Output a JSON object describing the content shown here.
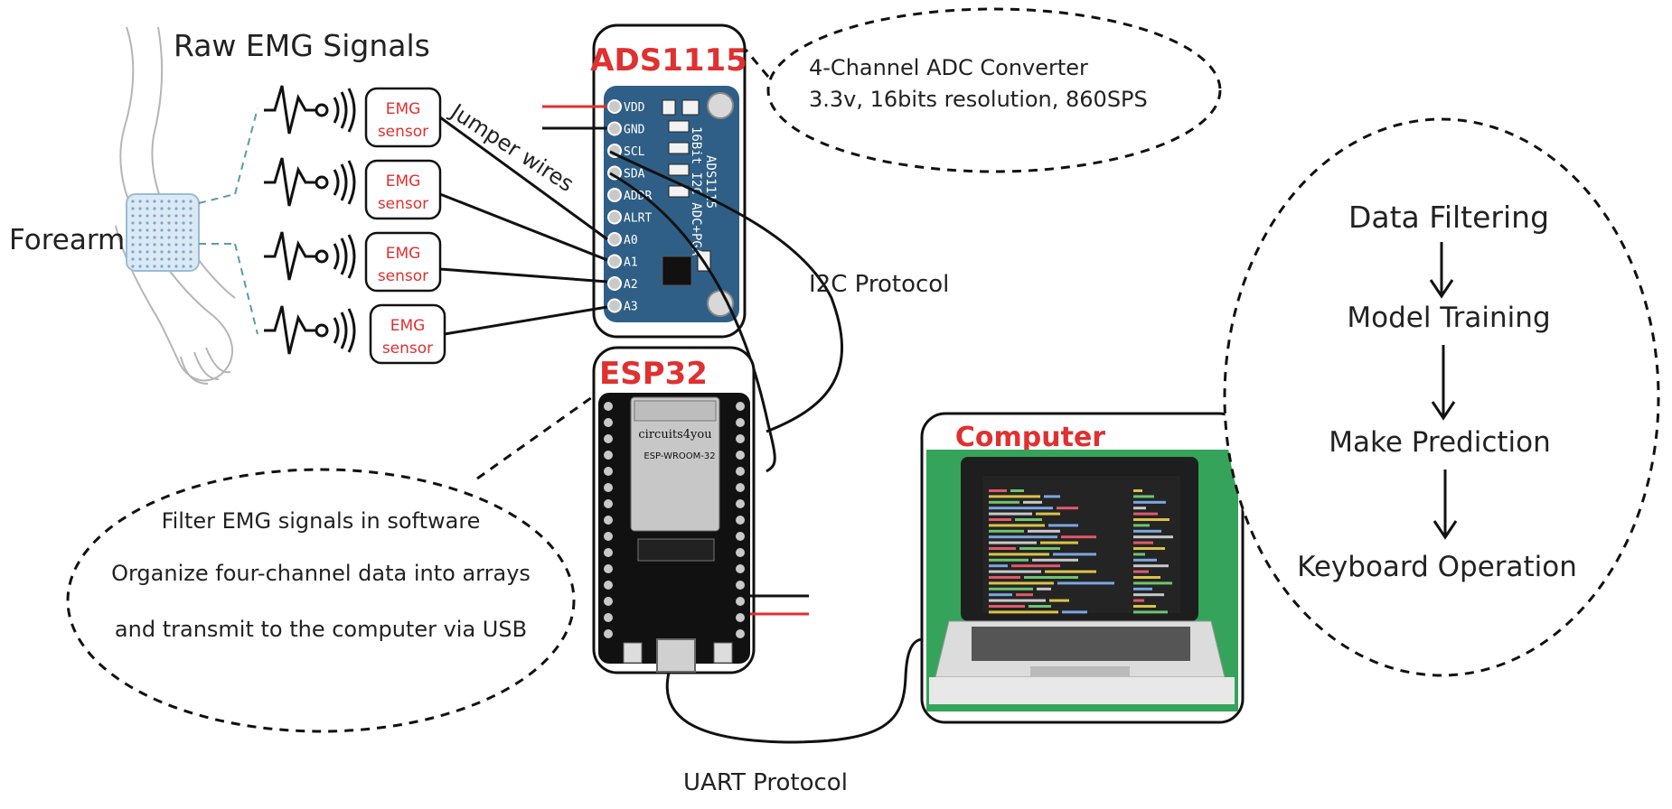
{
  "diagram": {
    "labels": {
      "raw_emg": "Raw EMG Signals",
      "forearm": "Forearm",
      "jumper": "Jumper wires",
      "i2c": "I2C Protocol",
      "uart": "UART Protocol"
    },
    "sensors": [
      {
        "line1": "EMG",
        "line2": "sensor"
      },
      {
        "line1": "EMG",
        "line2": "sensor"
      },
      {
        "line1": "EMG",
        "line2": "sensor"
      },
      {
        "line1": "EMG",
        "line2": "sensor"
      }
    ],
    "ads": {
      "title": "ADS1115",
      "pins": [
        "VDD",
        "GND",
        "SCL",
        "SDA",
        "ADDR",
        "ALRT",
        "A0",
        "A1",
        "A2",
        "A3"
      ],
      "board_text": [
        "16Bit I2C ADC+PGA",
        "ADS1115"
      ],
      "bubble": [
        "4-Channel ADC Converter",
        "3.3v, 16bits resolution, 860SPS"
      ]
    },
    "esp": {
      "title": "ESP32",
      "module_brand": "circuits4you",
      "module_name": "ESP-WROOM-32",
      "bubble": [
        "Filter EMG signals in software",
        "Organize four-channel data into arrays",
        "and transmit to the computer via USB"
      ]
    },
    "computer": {
      "title": "Computer"
    },
    "pipeline": [
      "Data Filtering",
      "Model Training",
      "Make Prediction",
      "Keyboard Operation"
    ],
    "colors": {
      "accent_red": "#e03030",
      "board_blue": "#2f5f86",
      "esp_black": "#111111",
      "screen_green": "#35a35a"
    }
  }
}
